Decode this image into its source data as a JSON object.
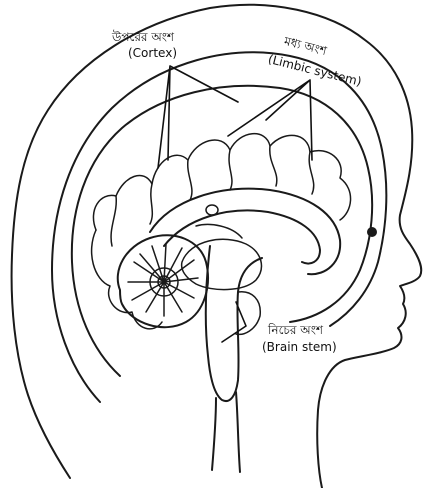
{
  "labels": {
    "cortex": {
      "bengali": "উপরের অংশ",
      "english": "(Cortex)"
    },
    "limbic": {
      "bengali": "মধ্য অংশ",
      "english": "(Limbic system)"
    },
    "brainstem": {
      "bengali": "নিচের অংশ",
      "english": "(Brain stem)"
    }
  },
  "colors": {
    "ink": "#1a1a1a",
    "background": "#ffffff"
  }
}
